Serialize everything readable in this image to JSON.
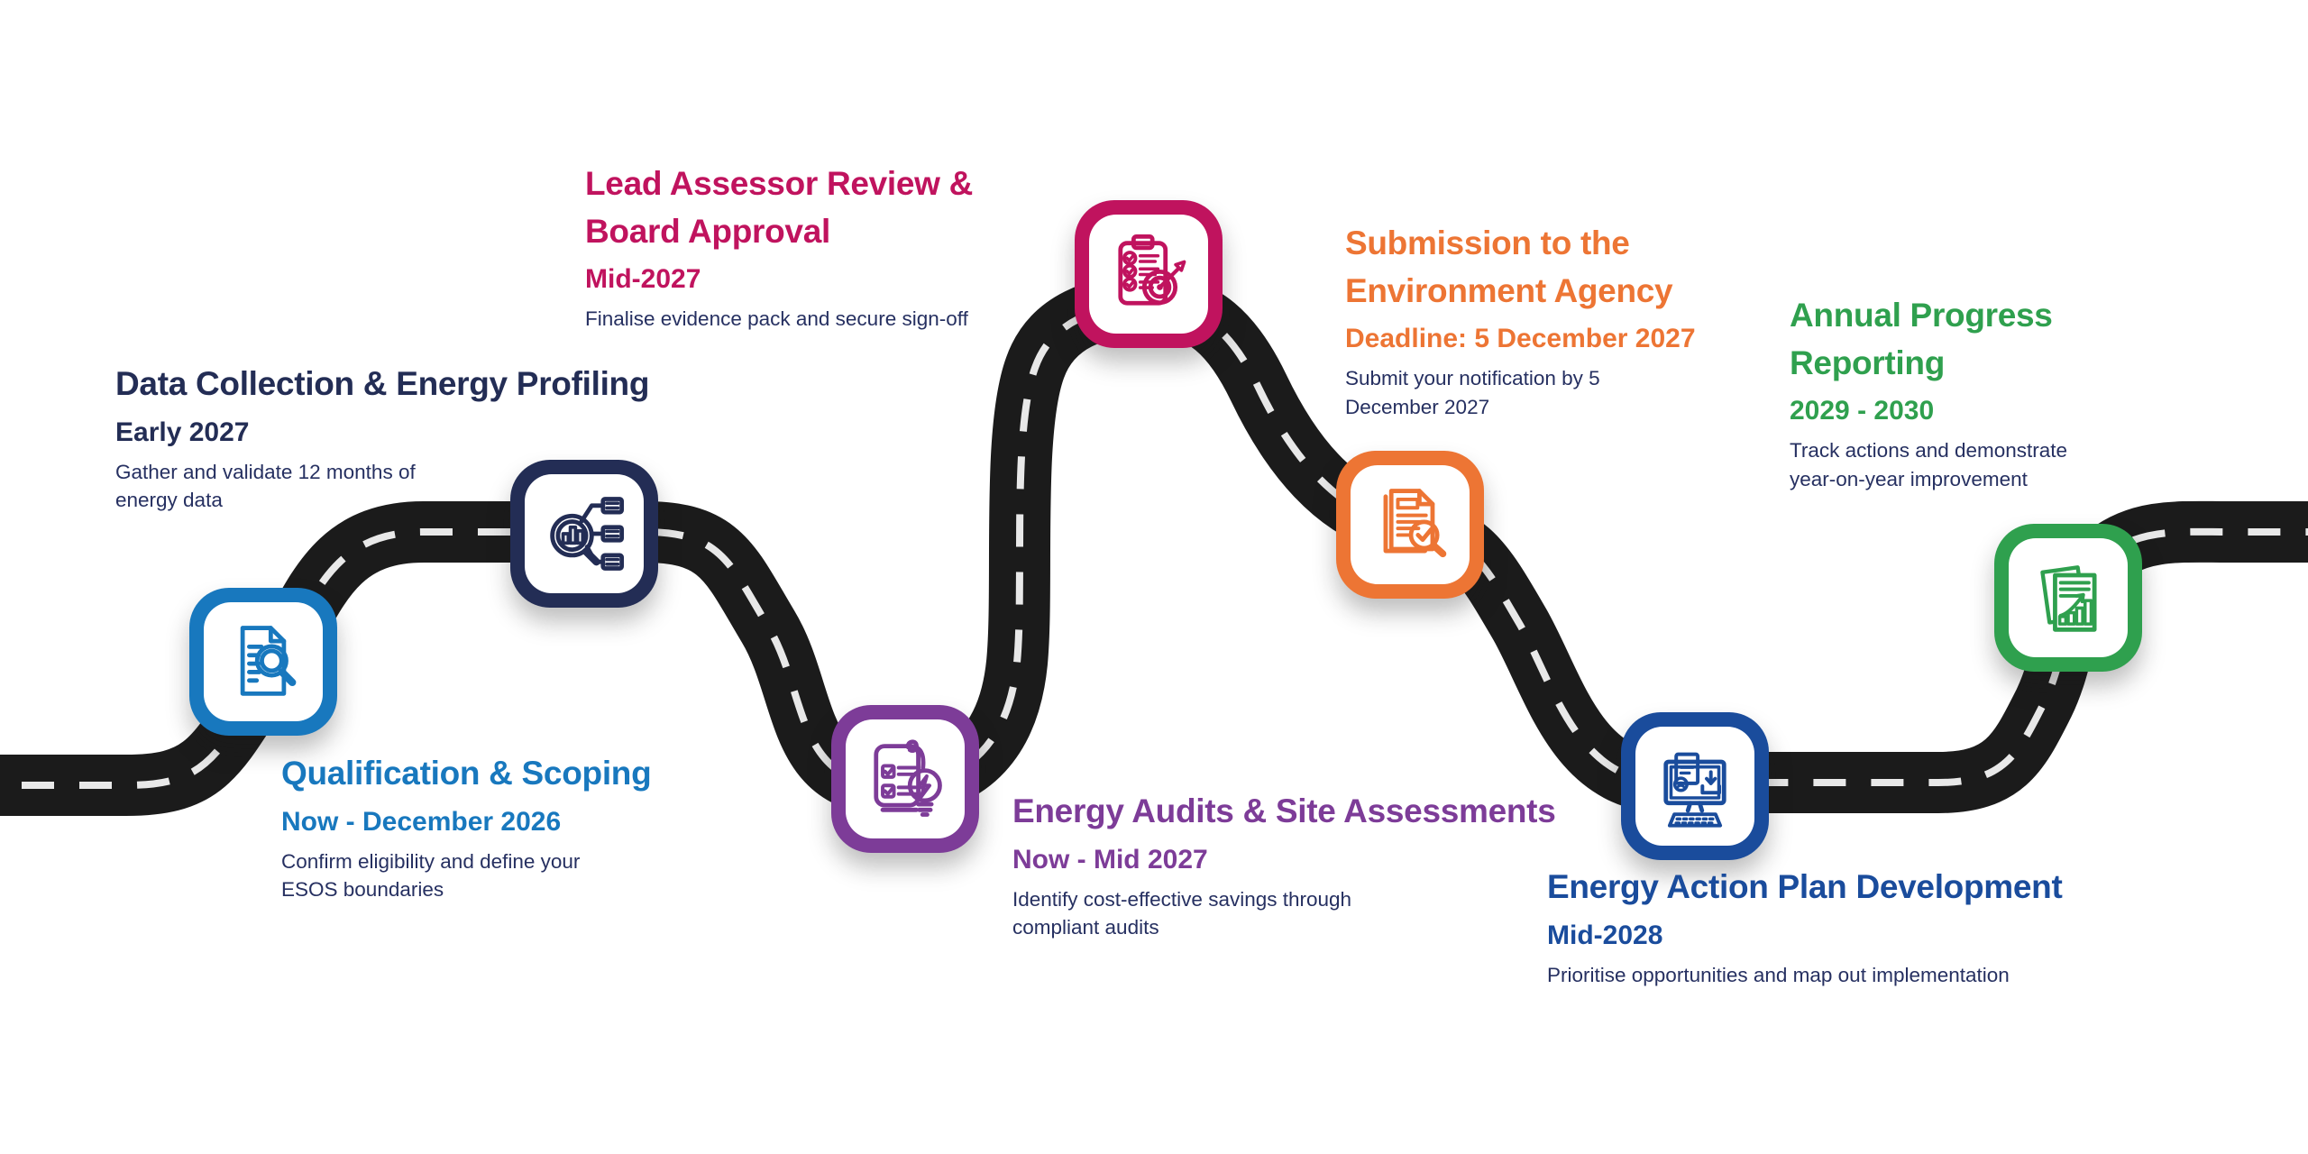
{
  "page": {
    "background": "#ffffff",
    "body_text_color": "#263061"
  },
  "road": {
    "surface_color": "#1b1b1b",
    "marking_color": "#e8e8e8"
  },
  "milestones": [
    {
      "id": "qualification-scoping",
      "title": "Qualification & Scoping",
      "date": "Now - December 2026",
      "description": "Confirm eligibility and define your ESOS boundaries",
      "color": "#1878BE",
      "icon": "document-magnifier-icon"
    },
    {
      "id": "data-collection",
      "title": "Data Collection & Energy Profiling",
      "date": "Early 2027",
      "description": "Gather and validate 12 months of energy data",
      "color": "#232D55",
      "icon": "data-analysis-icon"
    },
    {
      "id": "energy-audits",
      "title": "Energy Audits & Site Assessments",
      "date": "Now - Mid 2027",
      "description": "Identify cost-effective savings through compliant audits",
      "color": "#7D3C98",
      "icon": "checklist-lightbulb-icon"
    },
    {
      "id": "lead-assessor-review",
      "title": "Lead Assessor Review & Board Approval",
      "date": "Mid-2027",
      "description": "Finalise evidence pack and secure sign-off",
      "color": "#C0135E",
      "icon": "clipboard-target-icon"
    },
    {
      "id": "submission-environment-agency",
      "title": "Submission to the Environment Agency",
      "date": "Deadline: 5 December 2027",
      "description": "Submit your notification by 5 December 2027",
      "color": "#ED7534",
      "icon": "document-check-magnifier-icon"
    },
    {
      "id": "energy-action-plan",
      "title": "Energy Action Plan Development",
      "date": "Mid-2028",
      "description": "Prioritise opportunities and map out implementation",
      "color": "#1A4C9C",
      "icon": "computer-download-icon"
    },
    {
      "id": "annual-progress-reporting",
      "title": "Annual Progress Reporting",
      "date": "2029 - 2030",
      "description": "Track actions and demonstrate year-on-year improvement",
      "color": "#2FA04E",
      "icon": "report-growth-icon"
    }
  ]
}
